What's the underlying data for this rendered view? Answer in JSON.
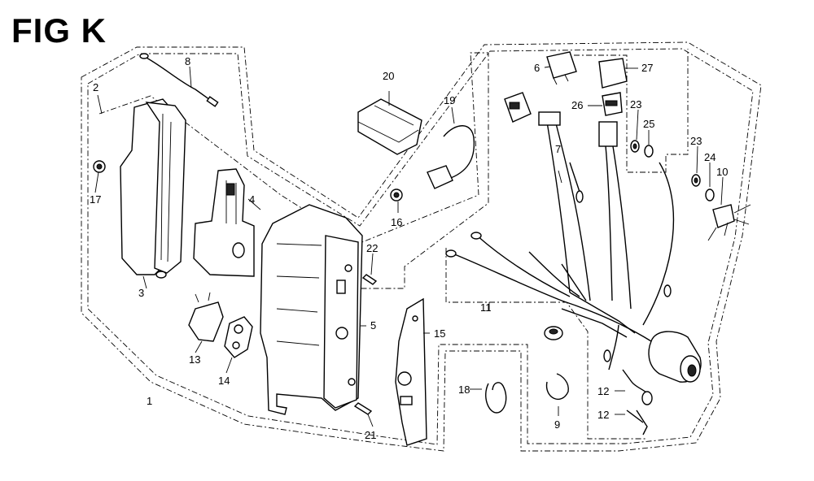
{
  "figure_title": "FIG K",
  "parts": {
    "p1": "1",
    "p2": "2",
    "p3": "3",
    "p4": "4",
    "p5": "5",
    "p6": "6",
    "p7": "7",
    "p8": "8",
    "p9": "9",
    "p10": "10",
    "p11": "11",
    "p12a": "12",
    "p12b": "12",
    "p13": "13",
    "p14": "14",
    "p15": "15",
    "p16": "16",
    "p17": "17",
    "p18": "18",
    "p19": "19",
    "p20": "20",
    "p21": "21",
    "p22": "22",
    "p23a": "23",
    "p23b": "23",
    "p24": "24",
    "p25": "25",
    "p26": "26",
    "p27": "27"
  }
}
